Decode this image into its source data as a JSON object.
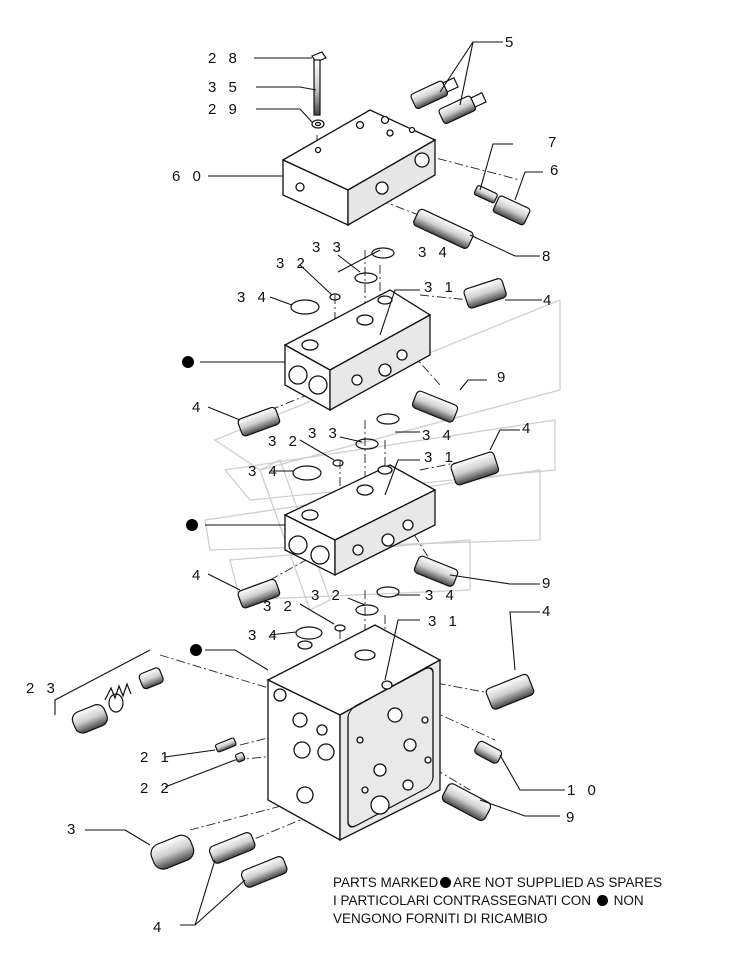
{
  "labels": {
    "l28": "2 8",
    "l35": "3 5",
    "l29": "2 9",
    "l5": "5",
    "l60": "6 0",
    "l7": "7",
    "l6": "6",
    "l8": "8",
    "l33a": "3 3",
    "l34a": "3 4",
    "l32a": "3 2",
    "l34b": "3 4",
    "l31a": "3 1",
    "l4a": "4",
    "l9a": "9",
    "l4b": "4",
    "l33b": "3 3",
    "l32b": "3 2",
    "l34c": "3 4",
    "l4c": "4",
    "l34d": "3 4",
    "l31b": "3 1",
    "l9b": "9",
    "l4d": "4",
    "l32c": "3 2",
    "l32d": "3 2",
    "l34e": "3 4",
    "l34f": "3 4",
    "l31c": "3 1",
    "l4e": "4",
    "l23": "2 3",
    "l21": "2 1",
    "l22": "2 2",
    "l10": "1 0",
    "l3": "3",
    "l9c": "9",
    "l4f": "4"
  },
  "note": {
    "line1_a": "PARTS MARKED",
    "line1_b": "ARE NOT SUPPLIED AS SPARES",
    "line2_a": "I PARTICOLARI CONTRASSEGNATI CON",
    "line2_b": "NON",
    "line3": "VENGONO FORNITI DI RICAMBIO"
  },
  "colors": {
    "ink": "#111111",
    "paper": "#ffffff",
    "shade": "#d8d8d8"
  }
}
